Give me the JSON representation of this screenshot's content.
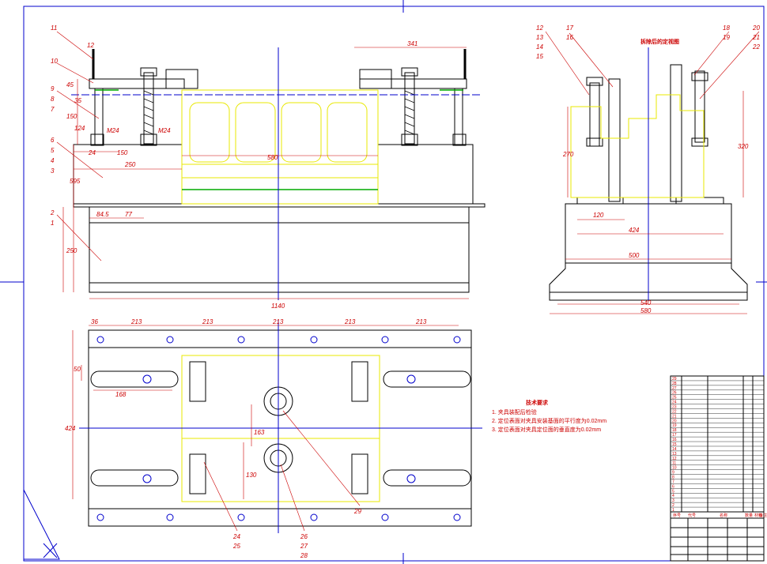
{
  "front_view": {
    "dims": [
      "341",
      "45",
      "35",
      "150",
      "124",
      "150",
      "24",
      "250",
      "595",
      "84.5",
      "77",
      "250",
      "1140",
      "580"
    ],
    "thread_labels": [
      "M24",
      "M24"
    ],
    "balloons": [
      "11",
      "12",
      "10",
      "9",
      "8",
      "7",
      "6",
      "5",
      "4",
      "3",
      "2",
      "1"
    ]
  },
  "side_view": {
    "title": "拆除后的定视图",
    "dims": [
      "270",
      "320",
      "120",
      "424",
      "500",
      "540",
      "580"
    ],
    "balloons": [
      "12",
      "13",
      "14",
      "15",
      "17",
      "16",
      "18",
      "19",
      "20",
      "21",
      "22"
    ]
  },
  "top_view": {
    "dims": [
      "36",
      "213",
      "213",
      "213",
      "213",
      "213",
      "50",
      "168",
      "424",
      "163",
      "130"
    ],
    "balloons": [
      "24",
      "25",
      "26",
      "27",
      "28",
      "29"
    ]
  },
  "technical_requirements": {
    "title": "技术要求",
    "items": [
      "1. 夹具装配后检验",
      "2. 定位表面对夹具安装基面的平行度为0.02mm",
      "3. 定位表面对夹具定位面的垂直度为0.02mm"
    ]
  },
  "bom": {
    "row_numbers": [
      "29",
      "28",
      "27",
      "26",
      "25",
      "24",
      "23",
      "22",
      "21",
      "20",
      "19",
      "18",
      "17",
      "16",
      "15",
      "14",
      "13",
      "12",
      "11",
      "10",
      "9",
      "8",
      "7",
      "6",
      "5",
      "4",
      "3",
      "2",
      "1"
    ],
    "header": [
      "序号",
      "代号",
      "名称",
      "数量",
      "材料",
      "备注"
    ]
  }
}
